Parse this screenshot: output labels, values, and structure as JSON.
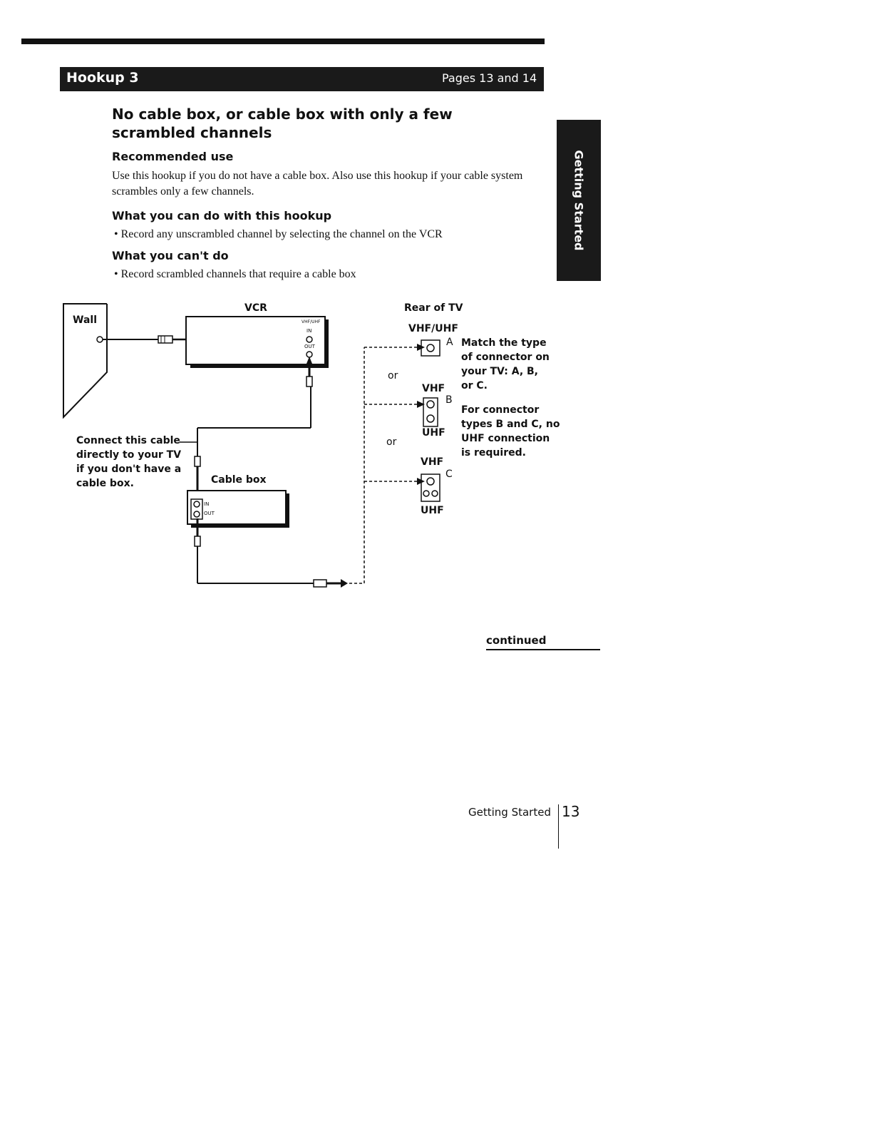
{
  "header": {
    "hookup_label": "Hookup 3",
    "pages_label": "Pages 13 and 14"
  },
  "side_tab": {
    "label": "Getting Started"
  },
  "title": "No cable box, or cable box with only a few scrambled channels",
  "sections": {
    "recommended": {
      "heading": "Recommended use",
      "text": "Use this hookup if you do not have a cable box. Also use this hookup if your cable system scrambles only a few channels."
    },
    "can_do": {
      "heading": "What you can do with this hookup",
      "bullet": "• Record any unscrambled channel by selecting the channel on the VCR"
    },
    "cant_do": {
      "heading": "What you can't do",
      "bullet": "• Record scrambled channels that require a cable box"
    }
  },
  "diagram": {
    "wall": "Wall",
    "vcr": "VCR",
    "vcr_port_label": "VHF/UHF",
    "vcr_in": "IN",
    "vcr_out": "OUT",
    "rear_of_tv": "Rear of TV",
    "vhf_uhf": "VHF/UHF",
    "connector_a": "A",
    "connector_b": "B",
    "connector_c": "C",
    "or_1": "or",
    "or_2": "or",
    "vhf_b": "VHF",
    "uhf_b": "UHF",
    "vhf_c": "VHF",
    "uhf_c": "UHF",
    "note_match": "Match the type of connector on your TV: A, B, or C.",
    "note_types": "For connector types B and C, no UHF connection is required.",
    "connect_note": "Connect this cable directly to your TV if you don't have a cable box.",
    "cable_box": "Cable box",
    "cable_in": "IN",
    "cable_out": "OUT"
  },
  "continued": "continued",
  "footer": {
    "section": "Getting Started",
    "page": "13"
  }
}
